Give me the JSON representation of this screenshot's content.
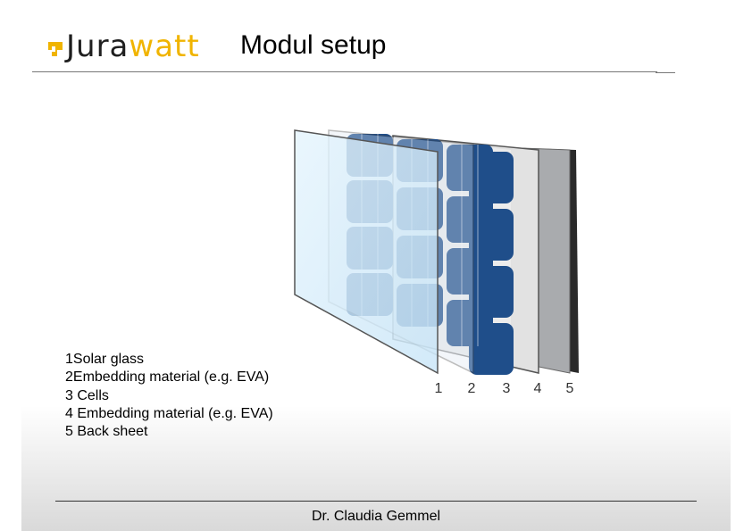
{
  "logo": {
    "part1": "Jura",
    "part2": "watt",
    "accent": "#f0b400"
  },
  "title": "Modul setup",
  "diagram": {
    "layer_numbers": [
      "1",
      "2",
      "3",
      "4",
      "5"
    ],
    "cell_color": "#1f4e8a",
    "glass_color": "#cfe9fb",
    "backsheet_color": "#a9abae"
  },
  "layers": [
    "1Solar glass",
    "2Embedding material (e.g. EVA)",
    "3 Cells",
    "4 Embedding material (e.g. EVA)",
    "5 Back sheet"
  ],
  "footer": {
    "author": "Dr. Claudia Gemmel"
  }
}
